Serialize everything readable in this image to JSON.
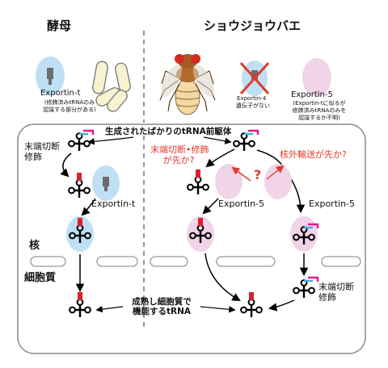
{
  "yeast_title": "酵母",
  "fly_title": "ショウジョウバエ",
  "yeast_exportin_name": "Exportin-t",
  "yeast_exportin_note": [
    "(修飾済みtRNAのみ",
    "認識する部分がある)"
  ],
  "fly_exportin4_name": "Exportin-4",
  "fly_exportin4_note": "遺伝子がない",
  "fly_exportin5_name": "Exportin-5",
  "fly_exportin5_note": [
    "(Exportin-tに似るが",
    "修飾済みtRNAのみを",
    "認識するか不明)"
  ],
  "precursor_label": "生成されたばかりのtRNA前駆体",
  "step_processing": [
    "末端切断",
    "修飾"
  ],
  "question_processing_first": [
    "末端切断•修飾",
    "が先か?"
  ],
  "question_export_first": "核外輸送が先か?",
  "question_mark": "?",
  "pathway_exportin_t": "Exportin-t",
  "pathway_exportin5_left": "Exportin-5",
  "pathway_exportin5_right": "Exportin-5",
  "region_nucleus": "核",
  "region_cytoplasm": "細胞質",
  "mature_trna_label": [
    "成熟し細胞質で",
    "機能するtRNA"
  ],
  "step_processing_late": [
    "末端切断",
    "修飾"
  ],
  "colors": {
    "exportin_t": "#bfe0f4",
    "exportin_5": "#f1d4e8",
    "cross": "#e03a2b",
    "pre_tail_cyan": "#36b3e8",
    "pre_tail_magenta": "#e6198a",
    "modification": "#d6232f"
  }
}
